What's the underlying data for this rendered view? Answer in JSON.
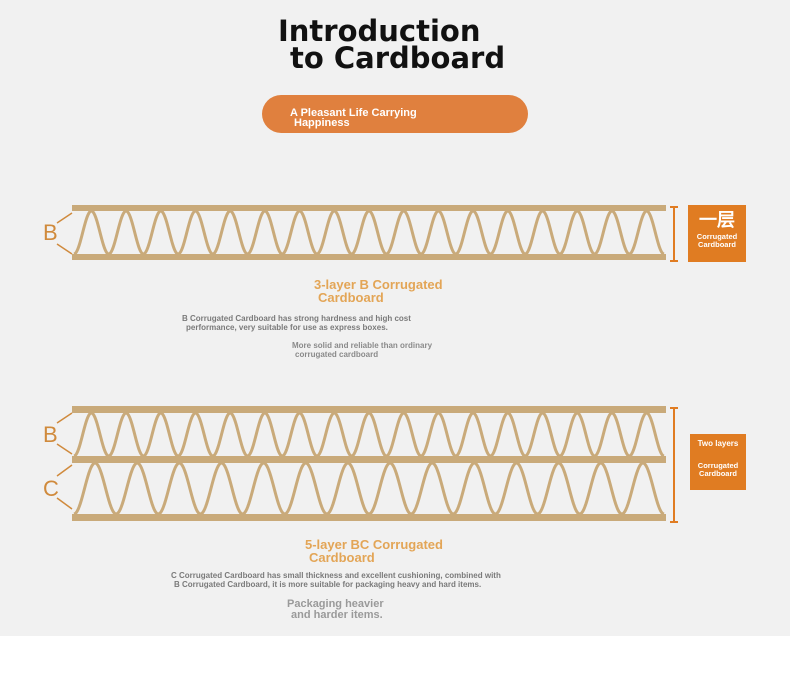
{
  "title": {
    "line1": "Introduction",
    "line2": "to Cardboard"
  },
  "tagline": {
    "line1": "A Pleasant Life Carrying",
    "line2": "Happiness"
  },
  "colors": {
    "accent": "#e0803e",
    "board": "#c9aa7a",
    "badge": "#e07c22",
    "heading": "#e3a556"
  },
  "section_b": {
    "letter": "B",
    "badge": {
      "big": "一层",
      "small1": "Corrugated",
      "small2": "Cardboard"
    },
    "heading": {
      "line1": "3-layer B Corrugated",
      "line2": "Cardboard"
    },
    "desc": {
      "line1": "B Corrugated Cardboard has strong hardness and high cost",
      "line2": "performance, very suitable for use as express boxes."
    },
    "note": {
      "line1": "More solid and reliable than ordinary",
      "line2": "corrugated cardboard"
    }
  },
  "section_bc": {
    "letter_b": "B",
    "letter_c": "C",
    "badge": {
      "line1": "Two layers",
      "small1": "Corrugated",
      "small2": "Cardboard"
    },
    "heading": {
      "line1": "5-layer BC Corrugated",
      "line2": "Cardboard"
    },
    "desc": {
      "line1": "C Corrugated Cardboard has small thickness and excellent cushioning, combined with",
      "line2": "B Corrugated Cardboard, it is more suitable for packaging heavy and hard items."
    },
    "note": {
      "line1": "Packaging heavier",
      "line2": "and harder items."
    }
  }
}
